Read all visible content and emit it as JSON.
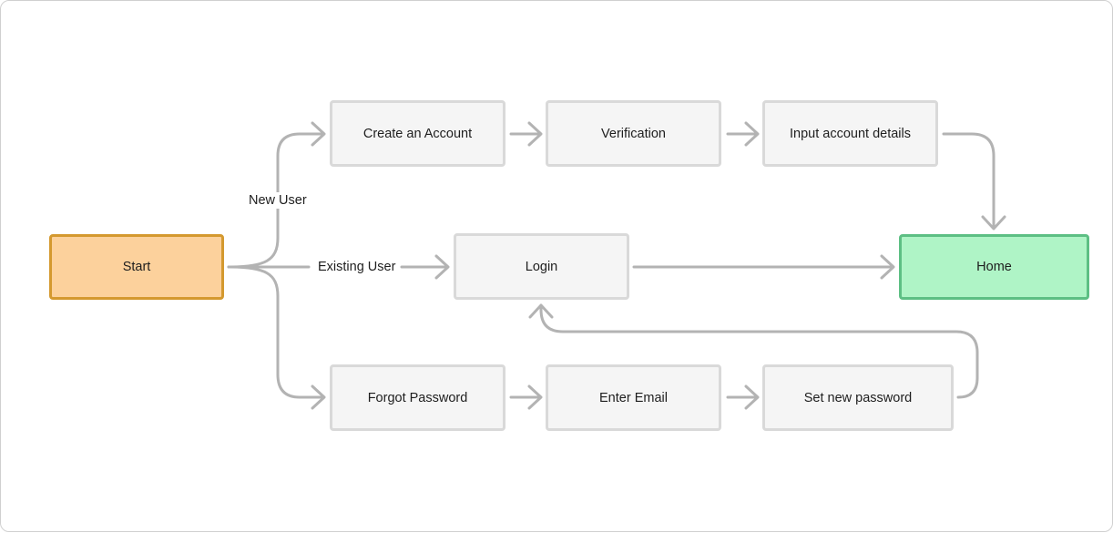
{
  "nodes": {
    "start": "Start",
    "create_account": "Create an Account",
    "verification": "Verification",
    "input_account_details": "Input account details",
    "login": "Login",
    "home": "Home",
    "forgot_password": "Forgot Password",
    "enter_email": "Enter Email",
    "set_new_password": "Set new password"
  },
  "edge_labels": {
    "new_user": "New User",
    "existing_user": "Existing User"
  },
  "colors": {
    "start_fill": "#fcd19c",
    "start_border": "#d4992f",
    "home_fill": "#aff4c6",
    "home_border": "#5dbf84",
    "node_fill": "#f5f5f5",
    "node_border": "#d9d9d9",
    "connector": "#b3b3b3"
  }
}
